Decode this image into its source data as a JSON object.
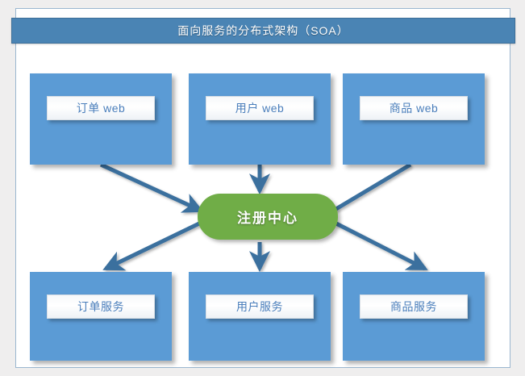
{
  "header": {
    "title": "面向服务的分布式架构（SOA）"
  },
  "diagram": {
    "type": "architecture-block-diagram",
    "top_row": [
      {
        "id": "order-web",
        "label": "订单 web"
      },
      {
        "id": "user-web",
        "label": "用户 web"
      },
      {
        "id": "goods-web",
        "label": "商品 web"
      }
    ],
    "center": {
      "id": "registry",
      "label": "注册中心"
    },
    "bottom_row": [
      {
        "id": "order-service",
        "label": "订单服务"
      },
      {
        "id": "user-service",
        "label": "用户服务"
      },
      {
        "id": "goods-service",
        "label": "商品服务"
      }
    ],
    "connections": [
      {
        "from": "order-web",
        "to": "registry",
        "direction": "down-right"
      },
      {
        "from": "user-web",
        "to": "registry",
        "direction": "down"
      },
      {
        "from": "goods-web",
        "to": "registry",
        "direction": "down-left"
      },
      {
        "from": "registry",
        "to": "order-service",
        "direction": "down-left"
      },
      {
        "from": "registry",
        "to": "user-service",
        "direction": "down"
      },
      {
        "from": "registry",
        "to": "goods-service",
        "direction": "down-right"
      }
    ]
  },
  "colors": {
    "page_background": "#efeeee",
    "panel_background": "#ffffff",
    "title_bar": "#4a84b4",
    "node_blue": "#5b9bd5",
    "registry_green": "#70ad47",
    "arrow_blue": "#3b6f9e",
    "label_text": "#4a7ebb",
    "title_text": "#ffffff"
  }
}
